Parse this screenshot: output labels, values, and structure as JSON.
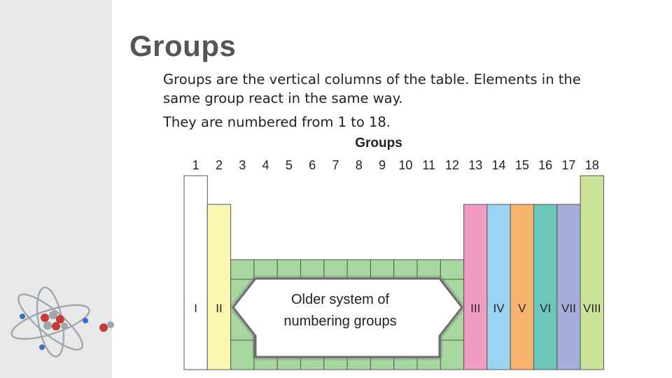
{
  "slide": {
    "title": "Groups",
    "paragraphs": [
      "Groups are the vertical columns of the table. Elements in the same group react in the same way.",
      "They are numbered from 1 to 18."
    ]
  },
  "figure": {
    "heading": "Groups",
    "group_numbers": [
      "1",
      "2",
      "3",
      "4",
      "5",
      "6",
      "7",
      "8",
      "9",
      "10",
      "11",
      "12",
      "13",
      "14",
      "15",
      "16",
      "17",
      "18"
    ],
    "old_numerals": [
      "I",
      "II",
      "III",
      "IV",
      "V",
      "VI",
      "VII",
      "VIII"
    ],
    "callout_lines": [
      "Older system of",
      "numbering groups"
    ],
    "colors": {
      "group1": "#ffffff",
      "group2": "#fbf6b0",
      "transition": "#a6d8a0",
      "group13": "#f29cc4",
      "group14": "#9bd4f2",
      "group15": "#f8b46e",
      "group16": "#6cc7b8",
      "group17": "#a5add9",
      "group18": "#cde39a"
    }
  }
}
